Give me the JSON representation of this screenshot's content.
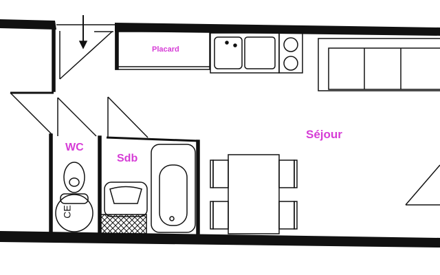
{
  "rooms": {
    "placard": "Placard",
    "wc": "WC",
    "sdb": "Sdb",
    "sejour": "Séjour"
  },
  "fixtures": {
    "water_heater_label": "CE"
  },
  "colors": {
    "label": "#d63cd6",
    "walls": "#111111"
  }
}
